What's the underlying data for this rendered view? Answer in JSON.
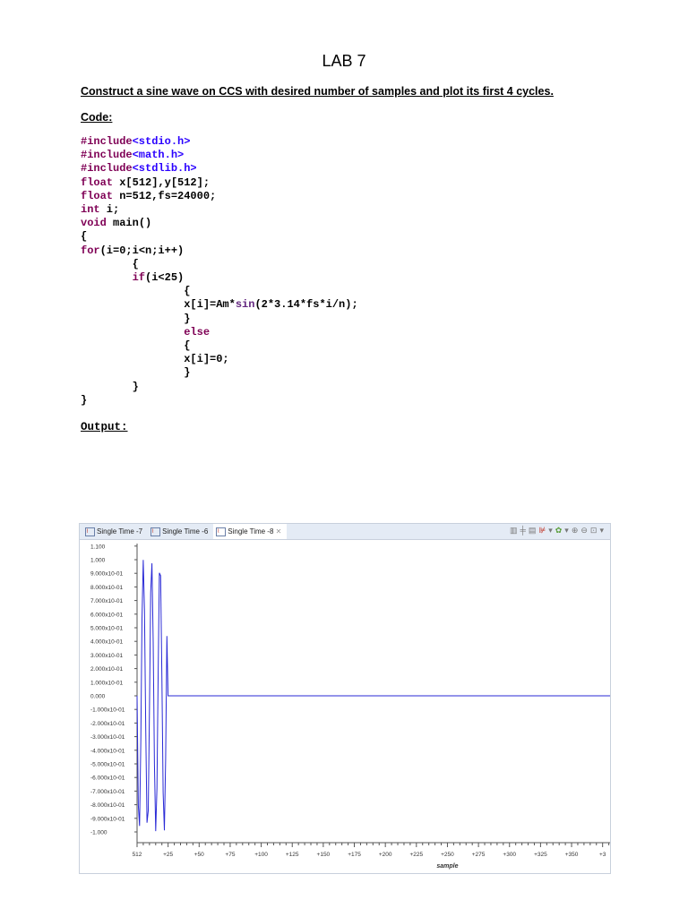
{
  "title": "LAB 7",
  "task": "Construct a sine wave on CCS with desired number of samples and plot its first 4 cycles.",
  "code_header": "Code:",
  "output_header": "Output:",
  "code_lines": [
    [
      {
        "t": "#include",
        "c": "kw"
      },
      {
        "t": "<stdio.h>",
        "c": "str"
      }
    ],
    [
      {
        "t": "#include",
        "c": "kw"
      },
      {
        "t": "<math.h>",
        "c": "str"
      }
    ],
    [
      {
        "t": "#include",
        "c": "kw"
      },
      {
        "t": "<stdlib.h>",
        "c": "str"
      }
    ],
    [
      {
        "t": "float",
        "c": "kw"
      },
      {
        "t": " x[512],y[512];",
        "c": "pl"
      }
    ],
    [
      {
        "t": "float",
        "c": "kw"
      },
      {
        "t": " n=512,fs=24000;",
        "c": "pl"
      }
    ],
    [
      {
        "t": "int",
        "c": "kw"
      },
      {
        "t": " i;",
        "c": "pl"
      }
    ],
    [
      {
        "t": "void",
        "c": "kw"
      },
      {
        "t": " main()",
        "c": "pl"
      }
    ],
    [
      {
        "t": "{",
        "c": "pl"
      }
    ],
    [
      {
        "t": "for",
        "c": "kw"
      },
      {
        "t": "(i=0;i<n;i++)",
        "c": "pl"
      }
    ],
    [
      {
        "t": "        {",
        "c": "pl"
      }
    ],
    [
      {
        "t": "        ",
        "c": "pl"
      },
      {
        "t": "if",
        "c": "kw"
      },
      {
        "t": "(i<25)",
        "c": "pl"
      }
    ],
    [
      {
        "t": "                {",
        "c": "pl"
      }
    ],
    [
      {
        "t": "                x[i]=Am*",
        "c": "pl"
      },
      {
        "t": "sin",
        "c": "fn"
      },
      {
        "t": "(2*3.14*fs*i/n);",
        "c": "pl"
      }
    ],
    [
      {
        "t": "                }",
        "c": "pl"
      }
    ],
    [
      {
        "t": "                ",
        "c": "pl"
      },
      {
        "t": "else",
        "c": "kw"
      }
    ],
    [
      {
        "t": "                {",
        "c": "pl"
      }
    ],
    [
      {
        "t": "                x[i]=0;",
        "c": "pl"
      }
    ],
    [
      {
        "t": "                }",
        "c": "pl"
      }
    ],
    [
      {
        "t": "        }",
        "c": "pl"
      }
    ],
    [
      {
        "t": "}",
        "c": "pl"
      }
    ]
  ],
  "graph": {
    "tabs": [
      {
        "label": "Single Time -7"
      },
      {
        "label": "Single Time -6"
      },
      {
        "label": "Single Time -8",
        "active": true
      }
    ],
    "toolbar_icons": [
      "columns-icon",
      "align-icon",
      "table-icon",
      "chart-icon",
      "chevron-down-icon",
      "plugin-icon",
      "chevron-down-icon",
      "zoom-in-icon",
      "zoom-out-icon",
      "zoom-fit-icon",
      "chevron-down-icon"
    ],
    "line_color": "#2a2ad6"
  },
  "chart_data": {
    "type": "line",
    "xlabel": "sample",
    "ylabel": "",
    "xlim": [
      0,
      381
    ],
    "ylim": [
      -1.1,
      1.1
    ],
    "x_tick_values": [
      0,
      25,
      50,
      75,
      100,
      125,
      150,
      175,
      200,
      225,
      250,
      275,
      300,
      325,
      350,
      375
    ],
    "x_tick_labels": [
      "512",
      "+25",
      "+50",
      "+75",
      "+100",
      "+125",
      "+150",
      "+175",
      "+200",
      "+225",
      "+250",
      "+275",
      "+300",
      "+325",
      "+350",
      "+3"
    ],
    "y_tick_values": [
      1.1,
      1.0,
      0.9,
      0.8,
      0.7,
      0.6,
      0.5,
      0.4,
      0.3,
      0.2,
      0.1,
      0,
      -0.1,
      -0.2,
      -0.3,
      -0.4,
      -0.5,
      -0.6,
      -0.7,
      -0.8,
      -0.9,
      -1.0
    ],
    "y_tick_labels": [
      "1.100",
      "1.000",
      "9.000x10-01",
      "8.000x10-01",
      "7.000x10-01",
      "6.000x10-01",
      "5.000x10-01",
      "4.000x10-01",
      "3.000x10-01",
      "2.000x10-01",
      "1.000x10-01",
      "0.000",
      "-1.000x10-01",
      "-2.000x10-01",
      "-3.000x10-01",
      "-4.000x10-01",
      "-5.000x10-01",
      "-6.000x10-01",
      "-7.000x10-01",
      "-8.000x10-01",
      "-9.000x10-01",
      "-1.000"
    ],
    "series": [
      {
        "values_first_25": [
          0,
          -0.805,
          -0.956,
          -0.33,
          0.561,
          0.999,
          0.624,
          -0.254,
          -0.932,
          -0.845,
          -0.072,
          0.759,
          0.974,
          0.397,
          -0.503,
          -0.994,
          -0.678,
          0.189,
          0.903,
          0.882,
          0.145,
          -0.71,
          -0.988,
          -0.463,
          0.439
        ],
        "remaining_value": 0,
        "length": 512
      }
    ],
    "grid": false
  }
}
